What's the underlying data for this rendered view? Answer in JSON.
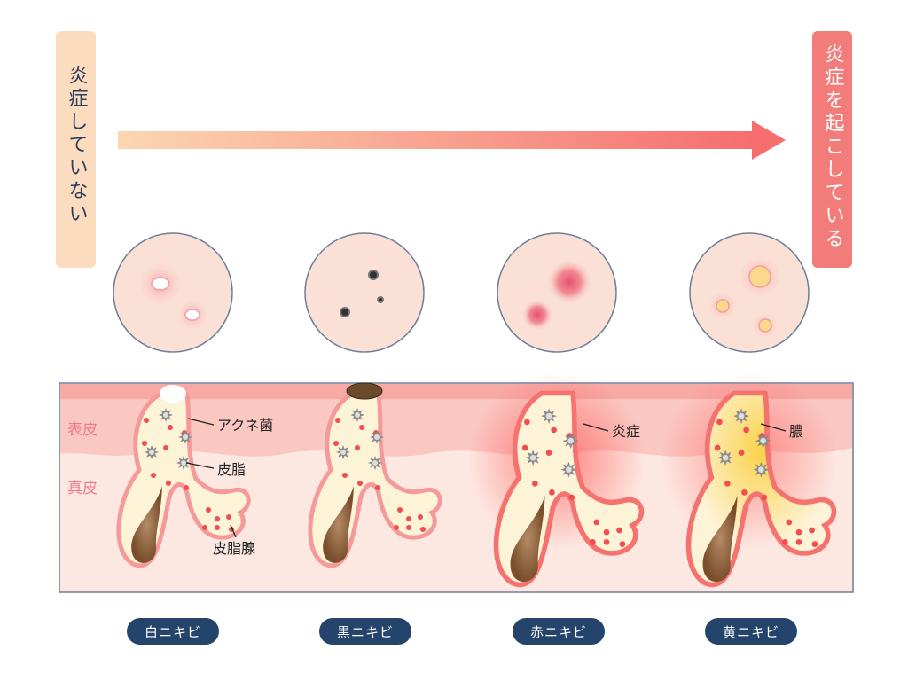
{
  "left_label": "炎症していない",
  "right_label": "炎症を起こしている",
  "layers": {
    "epidermis": "表皮",
    "dermis": "真皮"
  },
  "annotations": {
    "acne_bacteria": "アクネ菌",
    "sebum": "皮脂",
    "sebaceous_gland": "皮脂腺",
    "inflammation": "炎症",
    "pus": "膿"
  },
  "stages": [
    {
      "label": "白ニキビ"
    },
    {
      "label": "黒ニキビ"
    },
    {
      "label": "赤ニキビ"
    },
    {
      "label": "黄ニキビ"
    }
  ],
  "colors": {
    "arrow_start": "#fbd7b0",
    "arrow_end": "#f56d6d",
    "pill": "#25446c",
    "left_box": "#fcdcbf",
    "right_box": "#f27c7a"
  }
}
